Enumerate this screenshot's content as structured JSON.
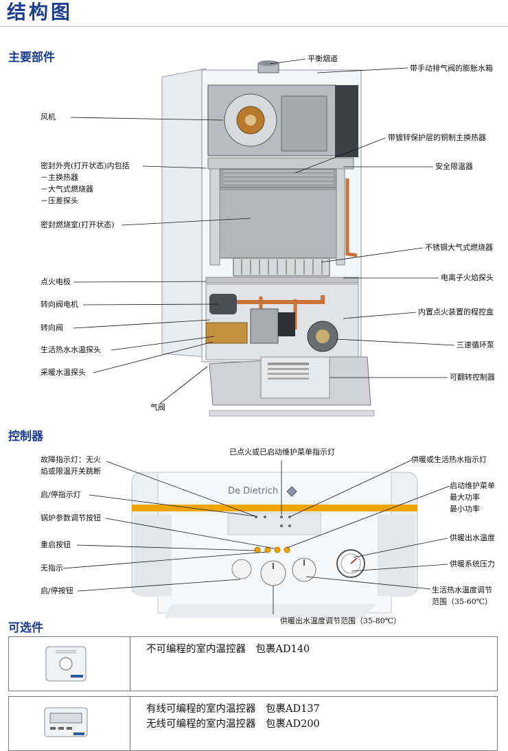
{
  "page": {
    "title": "结构图",
    "sections": {
      "components": "主要部件",
      "controller": "控制器",
      "options": "可选件"
    }
  },
  "components": {
    "left": {
      "fan": "风机",
      "sealed_casing": "密封外壳(打开状态)内包括",
      "sub1": "－主换热器",
      "sub2": "－大气式燃烧器",
      "sub3": "－压差探头",
      "sealed_chamber": "密封燃烧室(打开状态)",
      "ignition": "点火电极",
      "valve_motor": "转向阀电机",
      "diverter": "转向阀",
      "dhw_probe": "生活热水水温探头",
      "heating_probe": "采暖水温探头",
      "air_valve": "气阀"
    },
    "right": {
      "flue": "平衡烟道",
      "expansion_tank": "带手动排气阀的膨胀水箱",
      "heat_exchanger": "带镀锌保护层的铜制主换热器",
      "safety_limit": "安全限温器",
      "burner": "不锈钢大气式燃烧器",
      "ion_probe": "电离子火焰探头",
      "board": "内置点火装置的程控盒",
      "pump": "三速循环泵",
      "flip_controller": "可翻转控制器"
    },
    "brand": "De Dietrich"
  },
  "controller": {
    "fault_lamp_1": "故障指示灯：无火",
    "fault_lamp_2": "焰或限温开关跳断",
    "onoff_lamp": "启/停指示灯",
    "param_button": "锅炉参数调节按钮",
    "reset": "重启按钮",
    "no_indication": "无指示",
    "onoff_button": "启/停按钮",
    "ignited_lamp": "已点火或已启动维护菜单指示灯",
    "mode_lamp": "供暖或生活热水指示灯",
    "menu_1": "启动维护菜单",
    "menu_2": "最大功率",
    "menu_3": "最小功率",
    "outlet_temp": "供暖出水温度",
    "pressure": "供暖系统压力",
    "dhw_range_1": "生活热水温度调节",
    "dhw_range_2": "范围（35-60℃）",
    "heating_range": "供暖出水温度调节范围（35-80℃）"
  },
  "options": [
    {
      "lines": [
        "不可编程的室内温控器　包裹AD140"
      ]
    },
    {
      "lines": [
        "有线可编程的室内温控器　包裹AD137",
        "无线可编程的室内温控器　包裹AD200"
      ]
    }
  ],
  "colors": {
    "heading": "#1c3d8f",
    "accent_strip": "#f0a400",
    "copper": "#c9733a"
  }
}
